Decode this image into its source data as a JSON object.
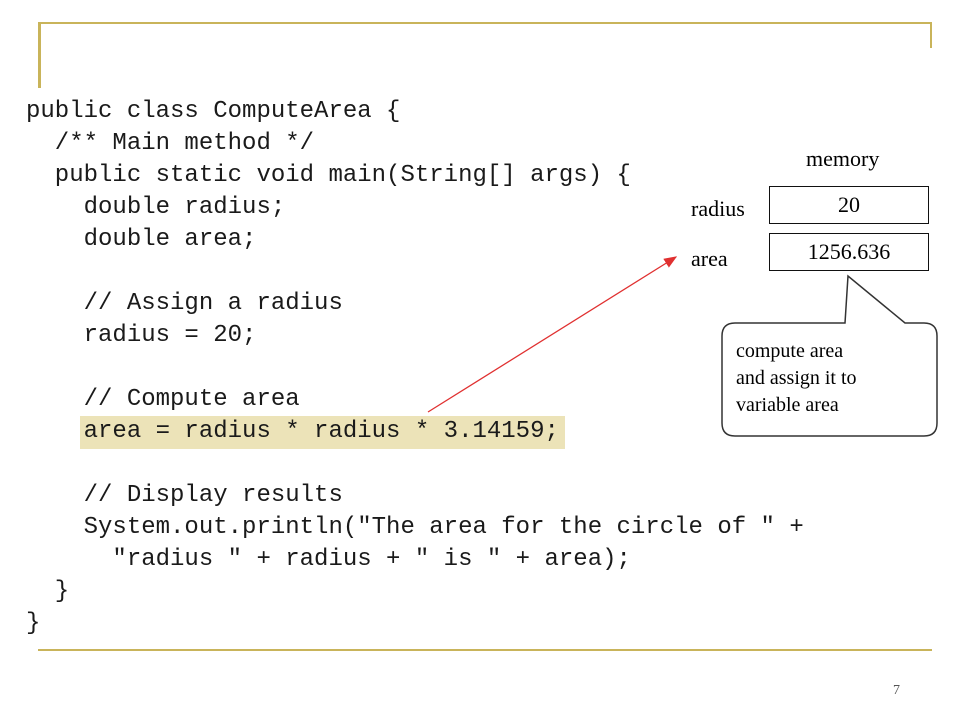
{
  "code": {
    "lines": [
      "public class ComputeArea {",
      "  /** Main method */",
      "  public static void main(String[] args) {",
      "    double radius;",
      "    double area;",
      "",
      "    // Assign a radius",
      "    radius = 20;",
      "",
      "    // Compute area",
      "    ",
      "",
      "    // Display results",
      "    System.out.println(\"The area for the circle of \" +",
      "      \"radius \" + radius + \" is \" + area);",
      "  }",
      "}"
    ],
    "highlighted": "area = radius * radius * 3.14159;"
  },
  "memory": {
    "title": "memory",
    "variables": [
      {
        "name": "radius",
        "value": "20"
      },
      {
        "name": "area",
        "value": "1256.636"
      }
    ]
  },
  "callout": {
    "lines": [
      "compute area",
      "and assign it to",
      "variable area"
    ]
  },
  "colors": {
    "accent": "#c9b45a",
    "highlight": "#ece3b8",
    "arrow": "#e03030"
  },
  "page_number": "7"
}
